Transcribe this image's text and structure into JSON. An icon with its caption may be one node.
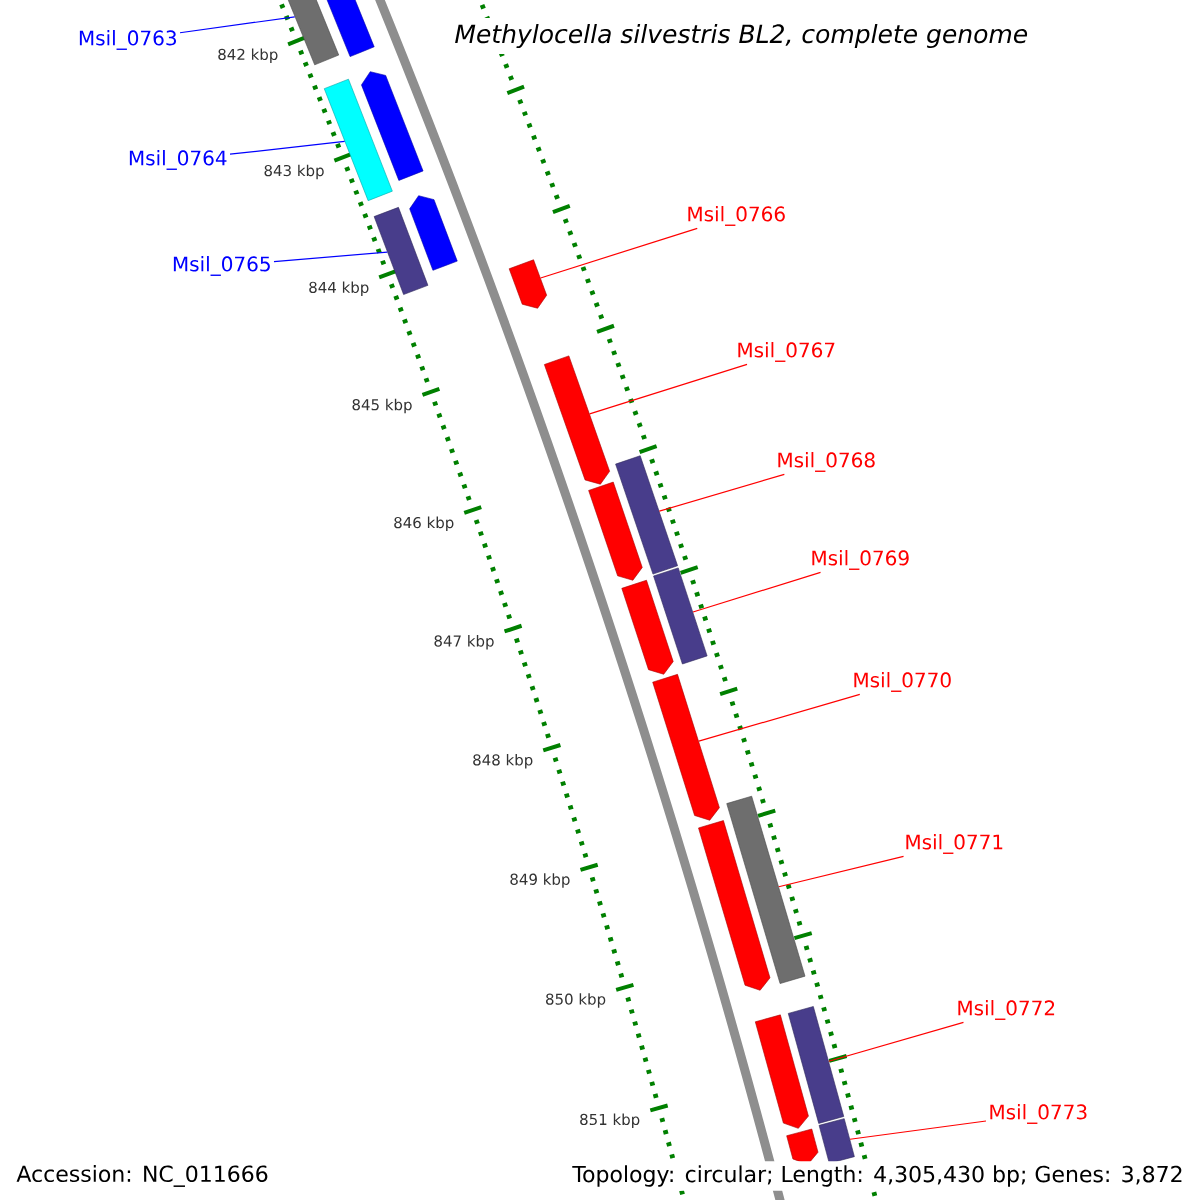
{
  "diagram": {
    "title": "Methylocella silvestris BL2, complete genome",
    "nodes": [
      {
        "text": [
          "Msil_0763"
        ]
      },
      {
        "text": [
          "Msil_0764"
        ]
      },
      {
        "text": [
          "Msil_0765"
        ]
      },
      {
        "text": [
          "Msil_0766"
        ]
      },
      {
        "text": [
          "Msil_0767"
        ]
      },
      {
        "text": [
          "Msil_0768"
        ]
      },
      {
        "text": [
          "Msil_0769"
        ]
      },
      {
        "text": [
          "Msil_0770"
        ]
      },
      {
        "text": [
          "Msil_0771"
        ]
      },
      {
        "text": [
          "Msil_0772"
        ]
      },
      {
        "text": [
          "Msil_0773"
        ]
      },
      {
        "text": [],
        "shape": "bar"
      },
      {
        "text": [],
        "shape": "arrow"
      },
      {
        "text": [],
        "shape": "bar"
      },
      {
        "text": [],
        "shape": "arrow"
      },
      {
        "text": [],
        "shape": "bar"
      },
      {
        "text": [],
        "shape": "arrow"
      },
      {
        "text": [],
        "shape": "arrow"
      },
      {
        "text": [],
        "shape": "arrow"
      },
      {
        "text": [],
        "shape": "bar"
      },
      {
        "text": [],
        "shape": "arrow"
      },
      {
        "text": [],
        "shape": "bar"
      },
      {
        "text": [],
        "shape": "arrow"
      },
      {
        "text": [],
        "shape": "arrow"
      },
      {
        "text": [],
        "shape": "bar"
      },
      {
        "text": [],
        "shape": "arrow"
      },
      {
        "text": [],
        "shape": "bar"
      },
      {
        "text": [],
        "shape": "arrow"
      },
      {
        "text": [],
        "shape": "bar"
      },
      {
        "text": [],
        "shape": "arrow"
      }
    ],
    "edges": [
      {
        "from": 0,
        "to": 11,
        "arrow": "none",
        "color": "#0000ff"
      },
      {
        "from": 1,
        "to": 13,
        "arrow": "none",
        "color": "#0000ff"
      },
      {
        "from": 2,
        "to": 15,
        "arrow": "none",
        "color": "#0000ff"
      },
      {
        "from": 3,
        "to": 17,
        "arrow": "none"
      },
      {
        "from": 4,
        "to": 18,
        "arrow": "none"
      },
      {
        "from": 5,
        "to": 19,
        "arrow": "none"
      },
      {
        "from": 6,
        "to": 21,
        "arrow": "none"
      },
      {
        "from": 7,
        "to": 23,
        "arrow": "none"
      },
      {
        "from": 8,
        "to": 24,
        "arrow": "none"
      },
      {
        "from": 9,
        "to": 26,
        "arrow": "none"
      },
      {
        "from": 10,
        "to": 28,
        "arrow": "none"
      }
    ],
    "labels": [
      "842 kbp",
      "843 kbp",
      "844 kbp",
      "845 kbp",
      "846 kbp",
      "847 kbp",
      "848 kbp",
      "849 kbp",
      "850 kbp",
      "851 kbp",
      "Accession: NC_011666",
      "Topology: circular; Length: 4,305,430 bp; Genes: 3,872"
    ]
  }
}
